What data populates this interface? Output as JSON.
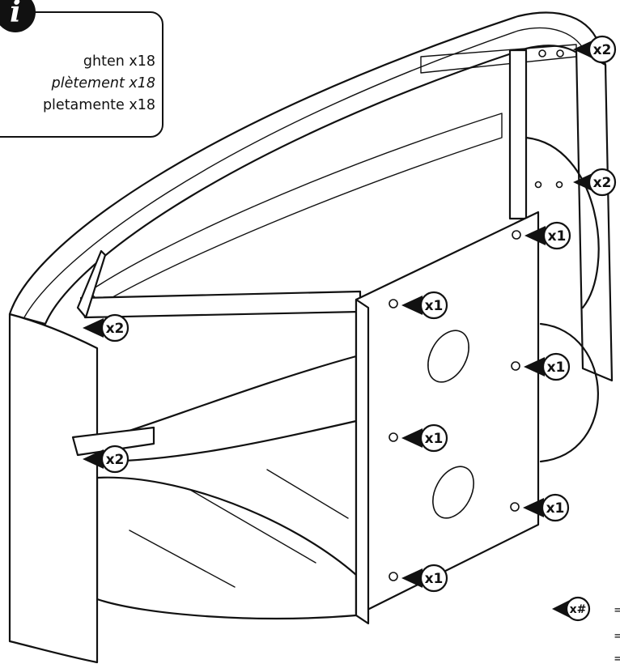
{
  "info": {
    "line1": "ghten x18",
    "line2": "plètement x18",
    "line3": "pletamente x18",
    "icon": "info-icon"
  },
  "callouts": [
    {
      "id": "top-right-bracket",
      "label": "x2"
    },
    {
      "id": "mid-right-bracket",
      "label": "x2"
    },
    {
      "id": "left-top-bracket",
      "label": "x2"
    },
    {
      "id": "left-mid-bracket",
      "label": "x2"
    },
    {
      "id": "plate-top-right",
      "label": "x1"
    },
    {
      "id": "plate-top-left",
      "label": "x1"
    },
    {
      "id": "plate-mid-right",
      "label": "x1"
    },
    {
      "id": "plate-mid-left",
      "label": "x1"
    },
    {
      "id": "plate-low-right",
      "label": "x1"
    },
    {
      "id": "plate-bottom-left",
      "label": "x1"
    }
  ],
  "legend": {
    "symbol": "x#",
    "eq1": "=",
    "eq2": "=",
    "eq3": "="
  },
  "colors": {
    "ink": "#111111",
    "paper": "#ffffff"
  }
}
